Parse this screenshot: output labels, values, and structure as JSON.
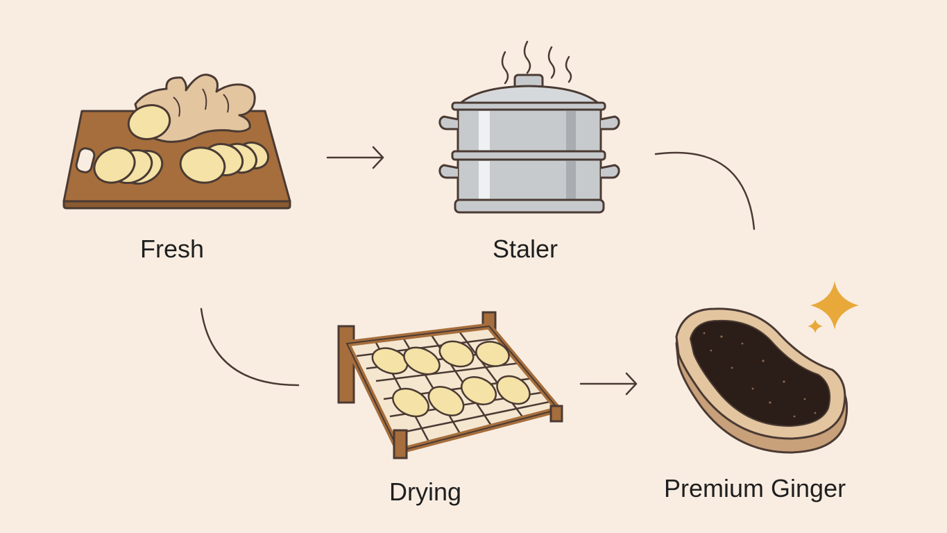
{
  "diagram": {
    "steps": [
      {
        "label": "Fresh",
        "icon": "cutting-board-ginger-icon"
      },
      {
        "label": "Staler",
        "icon": "steamer-pot-icon"
      },
      {
        "label": "Drying",
        "icon": "drying-rack-icon"
      },
      {
        "label": "Premium Ginger",
        "icon": "black-ginger-slice-icon"
      }
    ],
    "colors": {
      "background": "#f9ede2",
      "line": "#4a3a33",
      "wood": "#a66e3c",
      "ginger_flesh": "#f4e2a6",
      "ginger_skin": "#e3c5a0",
      "steel": "#c7cacd",
      "black_ginger": "#2b1d17",
      "sparkle": "#e8a93a"
    }
  }
}
